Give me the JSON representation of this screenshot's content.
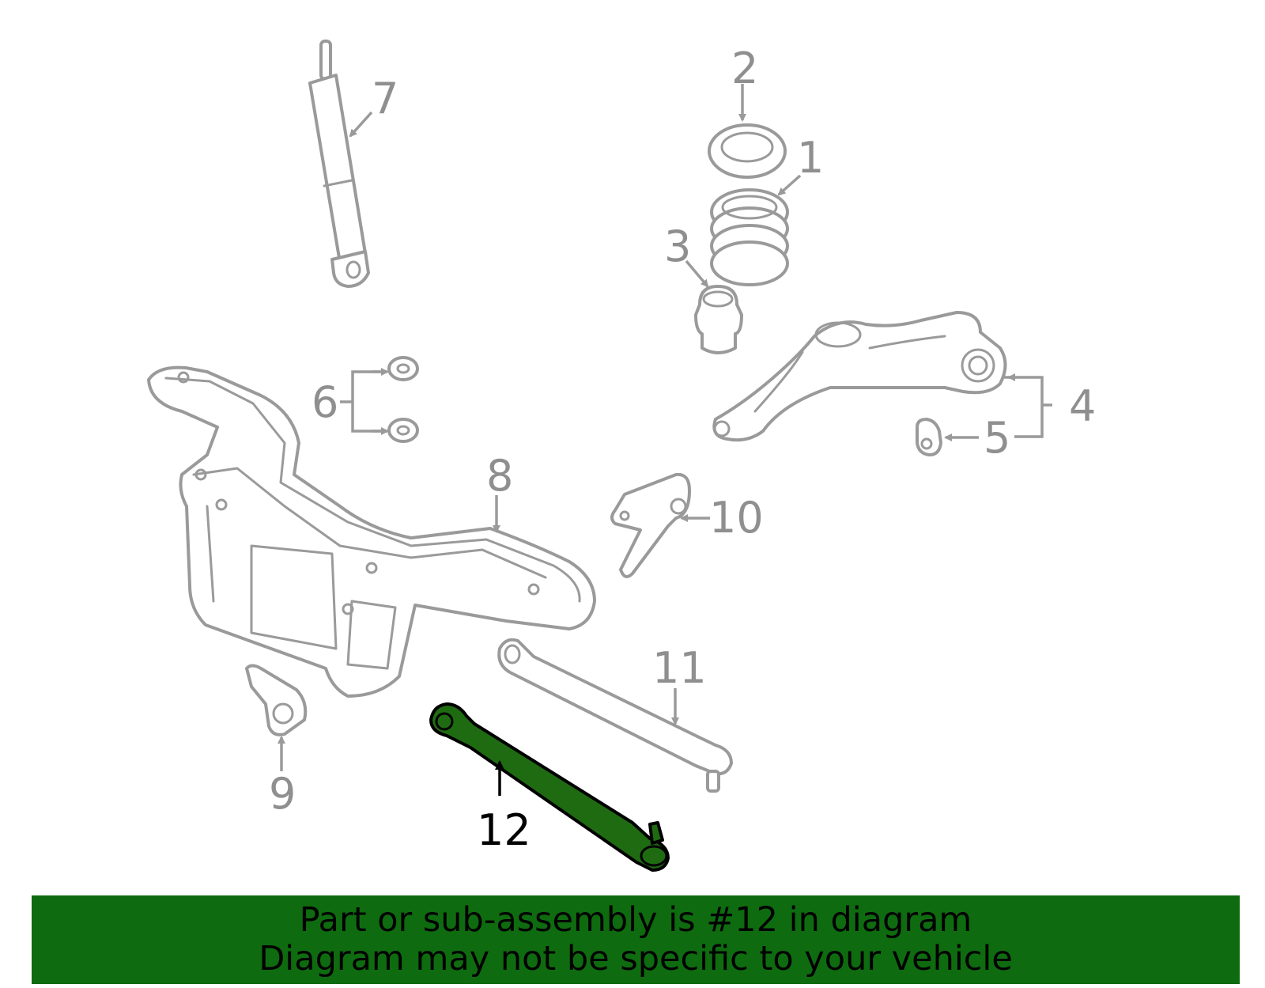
{
  "callouts": {
    "c1": "1",
    "c2": "2",
    "c3": "3",
    "c4": "4",
    "c5": "5",
    "c6": "6",
    "c7": "7",
    "c8": "8",
    "c9": "9",
    "c10": "10",
    "c11": "11",
    "c12": "12"
  },
  "highlight": {
    "part": "12",
    "color": "#1f6b12"
  },
  "banner": {
    "line1": "Part or sub-assembly is #12 in diagram",
    "line2": "Diagram may not be specific to your vehicle",
    "background": "#0f6b0f"
  }
}
